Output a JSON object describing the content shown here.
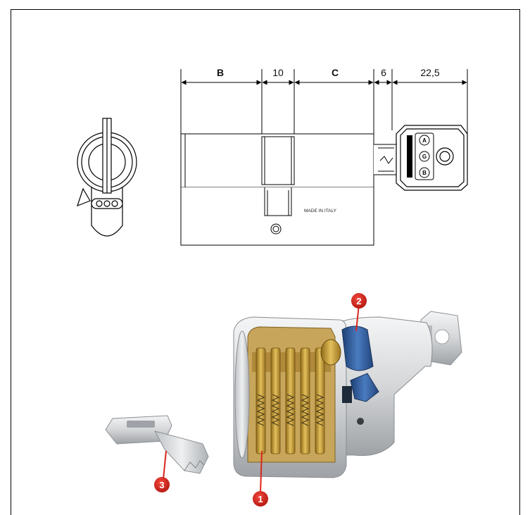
{
  "dimensions": {
    "b_label": "B",
    "ten_label": "10",
    "c_label": "C",
    "six_label": "6",
    "key_label": "22,5"
  },
  "cylinder": {
    "made_in_label": "MADE IN ITALY",
    "brand_badge": "AGB"
  },
  "callouts": [
    "1",
    "2",
    "3"
  ],
  "colors": {
    "callout_red": "#d9261c",
    "brass": "#c99a2e",
    "blue_cam": "#2f5e9e",
    "nickel": "#d6d8da"
  }
}
